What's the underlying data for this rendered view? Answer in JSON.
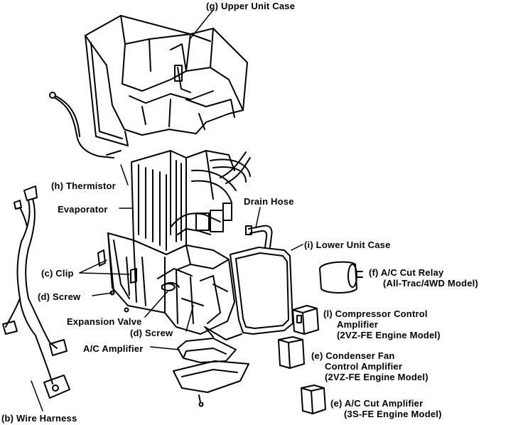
{
  "labels": {
    "upper_unit_case": "(g) Upper Unit Case",
    "thermistor": "(h) Thermistor",
    "evaporator": "Evaporator",
    "drain_hose": "Drain Hose",
    "lower_unit_case": "(i) Lower Unit Case",
    "clip": "(c) Clip",
    "screw_d_left": "(d) Screw",
    "expansion_valve": "Expansion Valve",
    "screw_d_center": "(d) Screw",
    "ac_amplifier": "A/C Amplifier",
    "wire_harness": "(b) Wire Harness"
  },
  "relay": {
    "line1": "(f) A/C Cut Relay",
    "line2": "(All-Trac/4WD Model)"
  },
  "compressor_amp": {
    "line1": "(l) Compressor Control",
    "line2": "Amplifier",
    "line3": "(2VZ-FE Engine Model)"
  },
  "condenser_amp": {
    "line1": "(e) Condenser Fan",
    "line2": "Control Amplifier",
    "line3": "(2VZ-FE Engine Model)"
  },
  "cut_amp": {
    "line1": "(e) A/C Cut Amplifier",
    "line2": "(3S-FE Engine Model)"
  }
}
